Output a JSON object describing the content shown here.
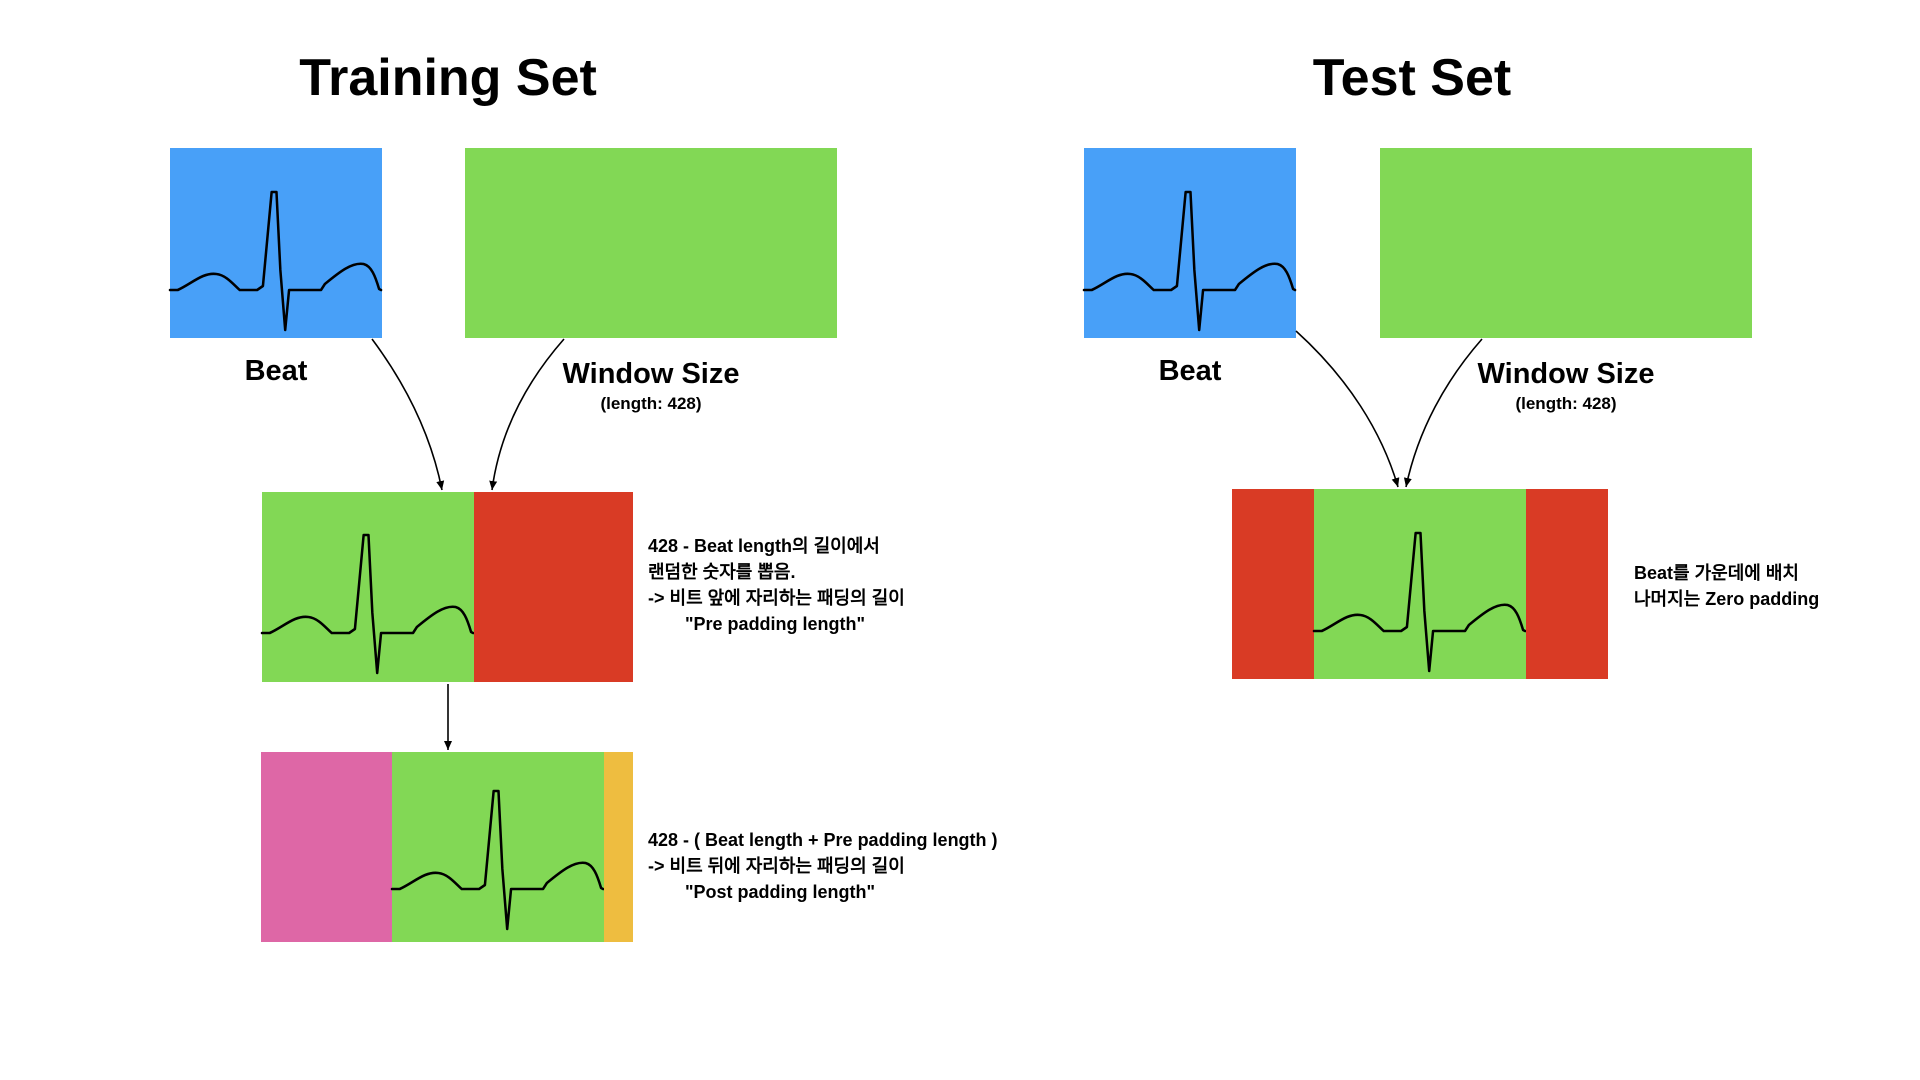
{
  "training": {
    "title": "Training Set",
    "beat_label": "Beat",
    "window_label": "Window Size",
    "window_sub": "(length: 428)",
    "note1": {
      "line1": "428 - Beat length의 길이에서",
      "line2": "랜덤한 숫자를 뽑음.",
      "line3": "-> 비트 앞에 자리하는 패딩의 길이",
      "line4": "\"Pre padding length\""
    },
    "note2": {
      "line1": "428 - ( Beat length + Pre padding length )",
      "line2": "-> 비트 뒤에 자리하는 패딩의 길이",
      "line3": "\"Post padding length\""
    }
  },
  "test": {
    "title": "Test Set",
    "beat_label": "Beat",
    "window_label": "Window Size",
    "window_sub": "(length: 428)",
    "note": {
      "line1": "Beat를 가운데에 배치",
      "line2": "나머지는 Zero padding"
    }
  },
  "colors": {
    "beat_blue": "#48A0F8",
    "window_green": "#82D855",
    "padding_red": "#D93B25",
    "pre_pad_pink": "#DE67A6",
    "post_pad_yellow": "#EEBD40",
    "ecg_line": "#000000"
  }
}
